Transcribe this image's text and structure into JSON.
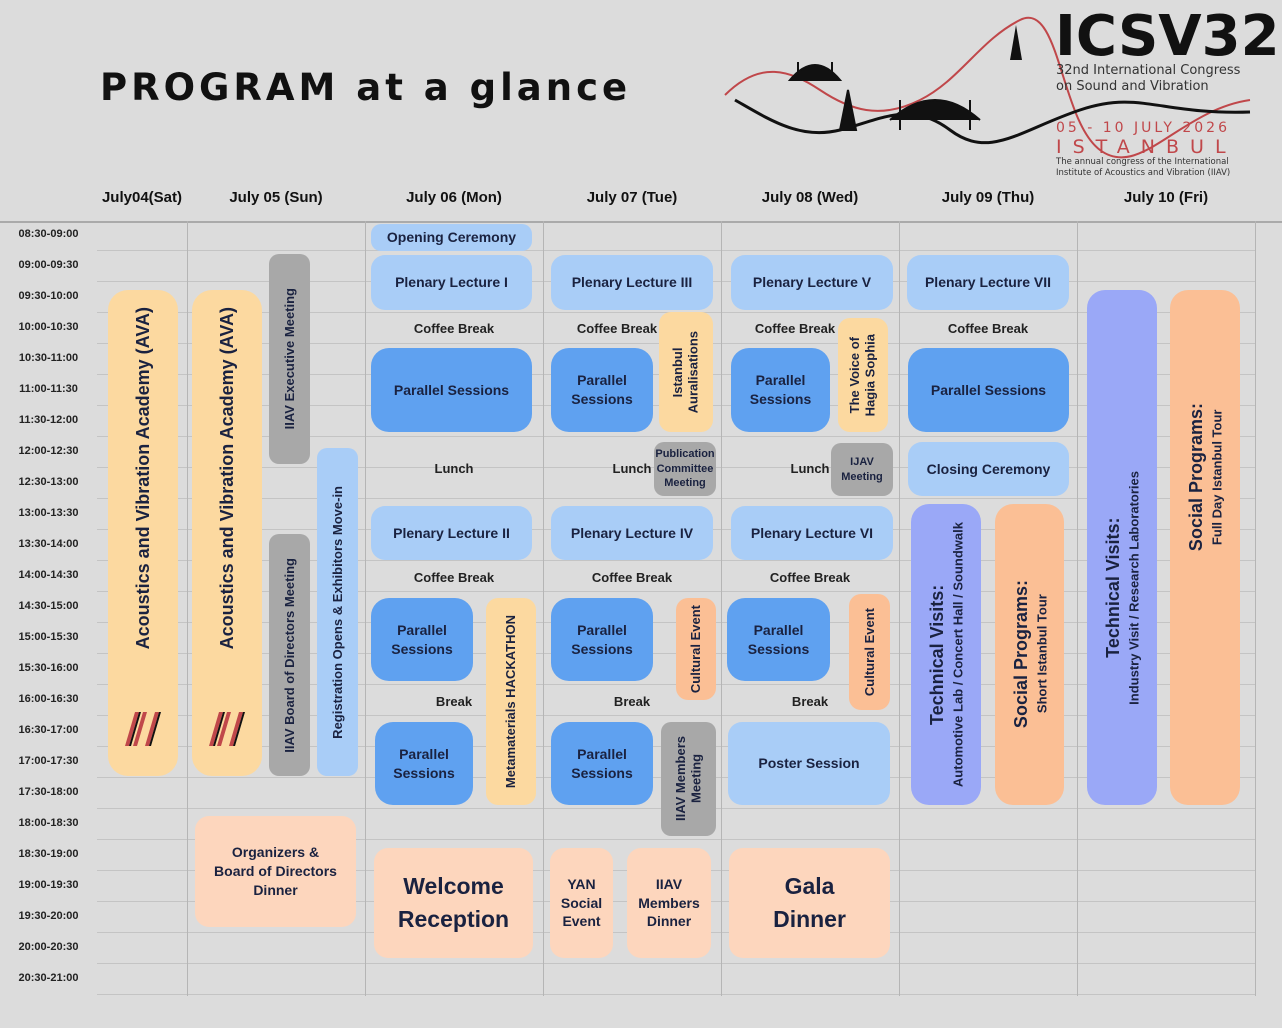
{
  "title": "PROGRAM at a glance",
  "logo": {
    "name": "ICSV32",
    "line1": "32nd International Congress",
    "line2": "on Sound and Vibration",
    "dates": "05 - 10 JULY 2026",
    "city": "ISTANBUL",
    "tag1": "The annual congress of the International",
    "tag2": "Institute of Acoustics and Vibration (IIAV)"
  },
  "days": [
    "July04(Sat)",
    "July 05 (Sun)",
    "July 06 (Mon)",
    "July 07 (Tue)",
    "July 08 (Wed)",
    "July 09 (Thu)",
    "July 10 (Fri)"
  ],
  "times": [
    "08:30-09:00",
    "09:00-09:30",
    "09:30-10:00",
    "10:00-10:30",
    "10:30-11:00",
    "11:00-11:30",
    "11:30-12:00",
    "12:00-12:30",
    "12:30-13:00",
    "13:00-13:30",
    "13:30-14:00",
    "14:00-14:30",
    "14:30-15:00",
    "15:00-15:30",
    "15:30-16:00",
    "16:00-16:30",
    "16:30-17:00",
    "17:00-17:30",
    "17:30-18:00",
    "18:00-18:30",
    "18:30-19:00",
    "19:00-19:30",
    "19:30-20:00",
    "20:00-20:30",
    "20:30-21:00"
  ],
  "labels": {
    "coffee": "Coffee Break",
    "lunch": "Lunch",
    "brk": "Break"
  },
  "events": {
    "opening": "Opening Ceremony",
    "pl1": "Plenary Lecture I",
    "pl2": "Plenary Lecture II",
    "pl3": "Plenary Lecture III",
    "pl4": "Plenary Lecture IV",
    "pl5": "Plenary Lecture V",
    "pl6": "Plenary Lecture VI",
    "pl7": "Plenary Lecture VII",
    "ps": "Parallel Sessions",
    "ps2": "Parallel\nSessions",
    "aur": "Istanbul\nAuralisations",
    "hagia": "The Voice of\nHagia Sophia",
    "pub": "Publication\nCommittee\nMeeting",
    "ijav": "IJAV\nMeeting",
    "closing": "Closing Ceremony",
    "hack": "Metamaterials HACKATHON",
    "cultural": "Cultural Event",
    "members_meeting": "IIAV Members\nMeeting",
    "poster": "Poster Session",
    "tv_title": "Technical Visits:",
    "tv_thu": "Automotive Lab / Concert Hall / Soundwalk",
    "tv_fri": "Industry Visit / Research Laboratories",
    "sp_title": "Social Programs:",
    "sp_thu": "Short Istanbul Tour",
    "sp_fri": "Full Day Istanbul Tour",
    "ava": "Acoustics and Vibration Academy (AVA)",
    "exec": "IIAV Executive Meeting",
    "board": "IIAV Board of Directors Meeting",
    "reg": "Registration Opens & Exhibitors Move-in",
    "org_dinner": "Organizers &\nBoard of Directors\nDinner",
    "welcome": "Welcome\nReception",
    "yan": "YAN\nSocial\nEvent",
    "members_dinner": "IIAV\nMembers\nDinner",
    "gala": "Gala\nDinner"
  },
  "colors": {
    "light_blue": "#a9cdf7",
    "blue": "#5fa1f0",
    "orange": "#fcd9a0",
    "salmon": "#fbbf95",
    "grey": "#a8a8a8",
    "purple": "#9aa8f7",
    "peach": "#fdd6bd",
    "logo_red": "#c0474a"
  }
}
